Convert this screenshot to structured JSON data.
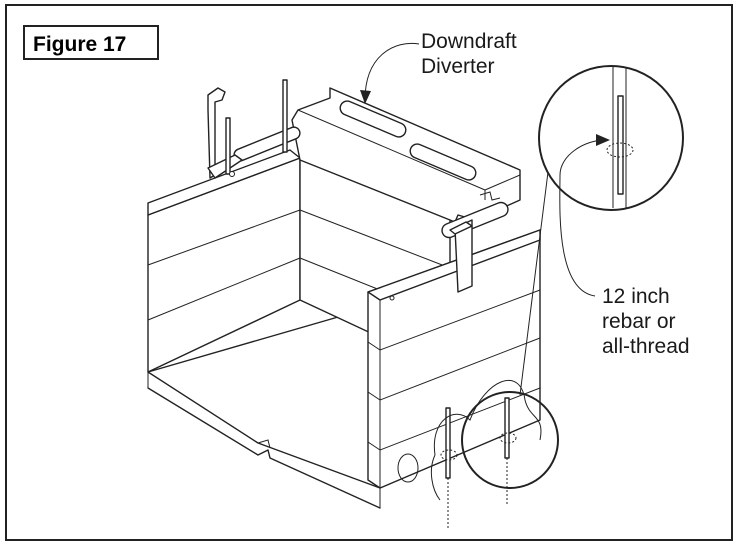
{
  "figure": {
    "title": "Figure 17"
  },
  "labels": {
    "diverter_line1": "Downdraft",
    "diverter_line2": "Diverter",
    "rebar_line1": "12 inch",
    "rebar_line2": "rebar or",
    "rebar_line3": "all-thread"
  }
}
